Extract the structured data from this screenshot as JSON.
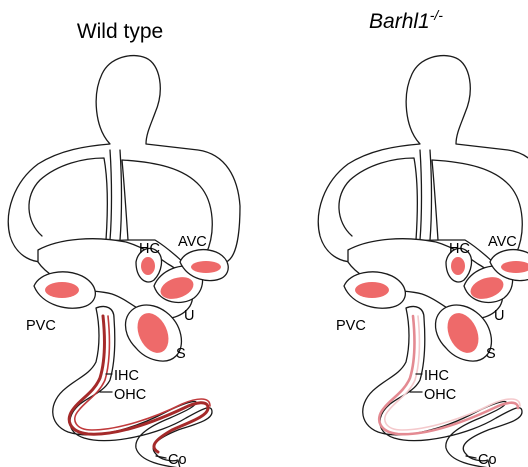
{
  "panels": [
    {
      "title": "Wild type",
      "title_italic": false,
      "title_sup": ""
    },
    {
      "title": "Barhl1",
      "title_italic": true,
      "title_sup": "-/-"
    }
  ],
  "labels": {
    "hc": "HC",
    "avc": "AVC",
    "pvc": "PVC",
    "u": "U",
    "s": "S",
    "ihc": "IHC",
    "ohc": "OHC",
    "co": "Co"
  },
  "colors": {
    "sensory_patch": "#ee6a6a",
    "wt_inner_line": "#a52a2a",
    "wt_outer_line": "#c0393b",
    "ko_inner_line": "#e48a92",
    "ko_outer_line": "#f4c9cc"
  }
}
